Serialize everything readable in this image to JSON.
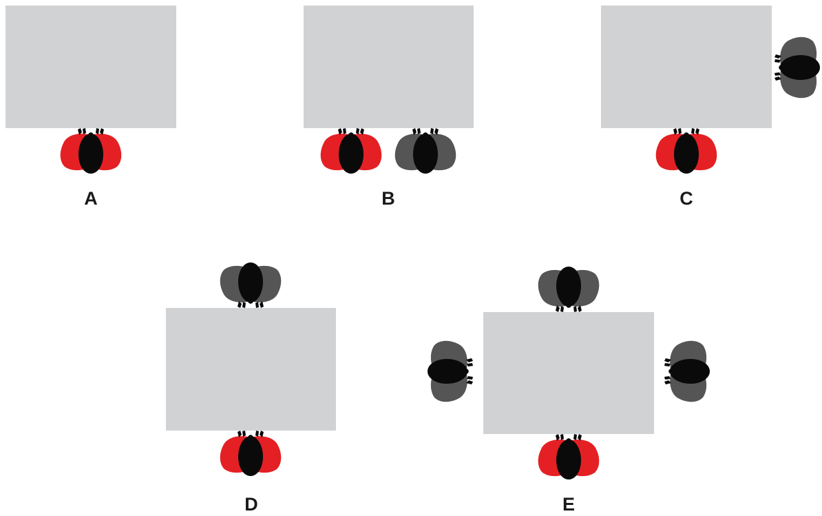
{
  "colors": {
    "table": "#d1d2d4",
    "subject_shoulders": "#e42024",
    "other_shoulders": "#555555",
    "head": "#0a0a0a",
    "label": "#1a1a1a"
  },
  "icons": {
    "subject": "red-seated-person-icon",
    "other": "gray-seated-person-icon"
  },
  "panels": [
    {
      "label": "A",
      "people": [
        {
          "role": "subject",
          "side": "bottom"
        }
      ]
    },
    {
      "label": "B",
      "people": [
        {
          "role": "subject",
          "side": "bottom"
        },
        {
          "role": "other",
          "side": "bottom"
        }
      ]
    },
    {
      "label": "C",
      "people": [
        {
          "role": "subject",
          "side": "bottom"
        },
        {
          "role": "other",
          "side": "right"
        }
      ]
    },
    {
      "label": "D",
      "people": [
        {
          "role": "subject",
          "side": "bottom"
        },
        {
          "role": "other",
          "side": "top"
        }
      ]
    },
    {
      "label": "E",
      "people": [
        {
          "role": "subject",
          "side": "bottom"
        },
        {
          "role": "other",
          "side": "top"
        },
        {
          "role": "other",
          "side": "left"
        },
        {
          "role": "other",
          "side": "right"
        }
      ]
    }
  ]
}
